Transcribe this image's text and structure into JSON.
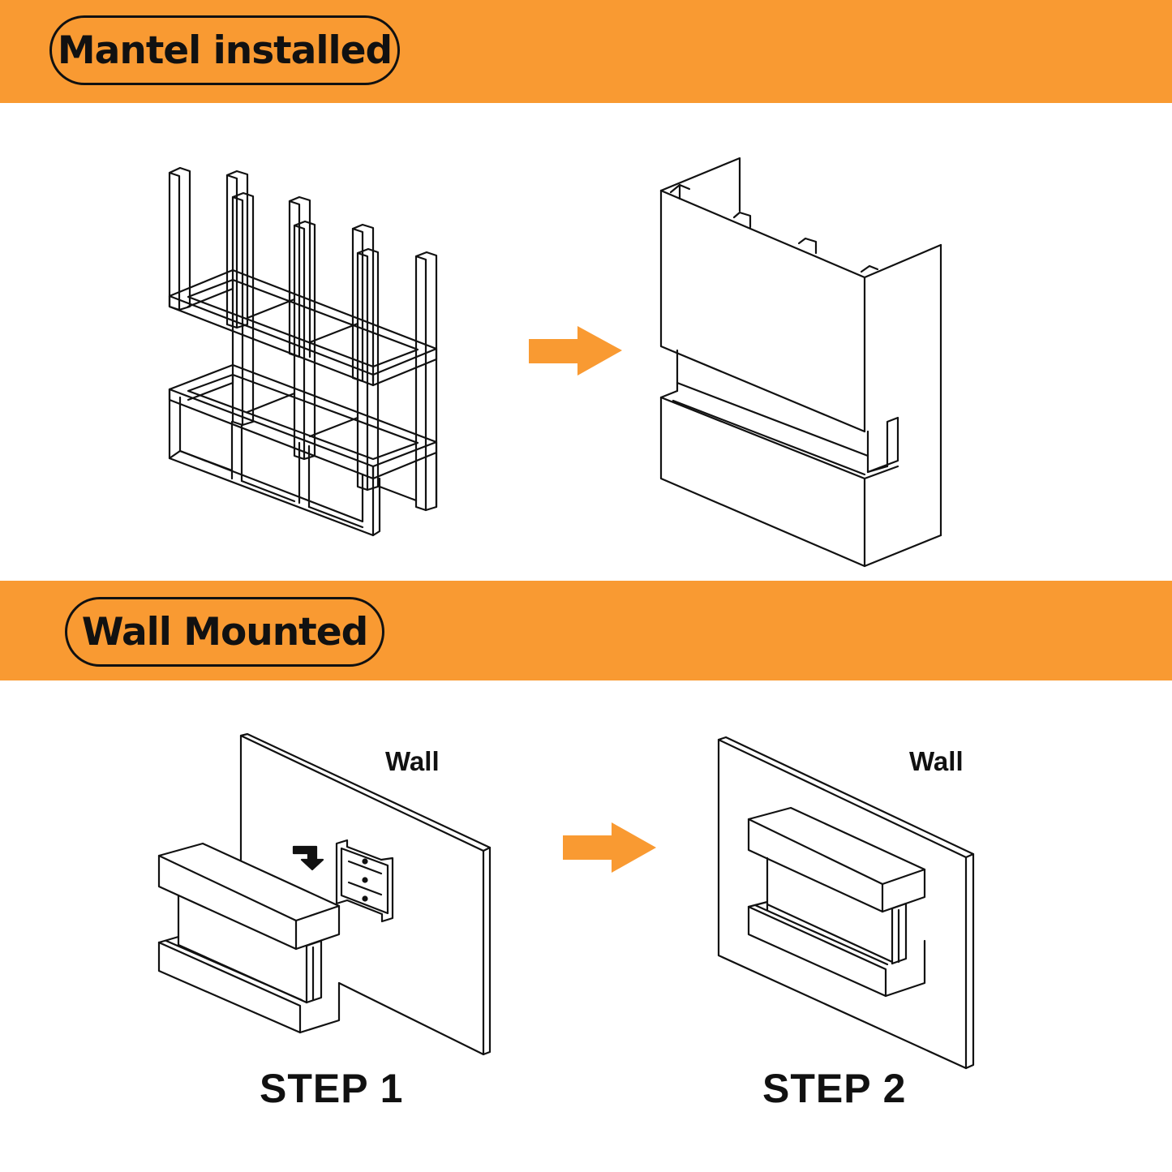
{
  "sections": [
    {
      "title": "Mantel installed"
    },
    {
      "title": "Wall Mounted"
    }
  ],
  "wall_labels": [
    "Wall",
    "Wall"
  ],
  "steps": [
    "STEP 1",
    "STEP 2"
  ],
  "colors": {
    "accent": "#f99a32",
    "line": "#111111",
    "background": "#ffffff"
  },
  "icons": [
    "frame-icon",
    "arrow-right-icon",
    "mantel-icon",
    "wall-mount-icon",
    "wall-mounted-icon",
    "bracket-icon"
  ]
}
